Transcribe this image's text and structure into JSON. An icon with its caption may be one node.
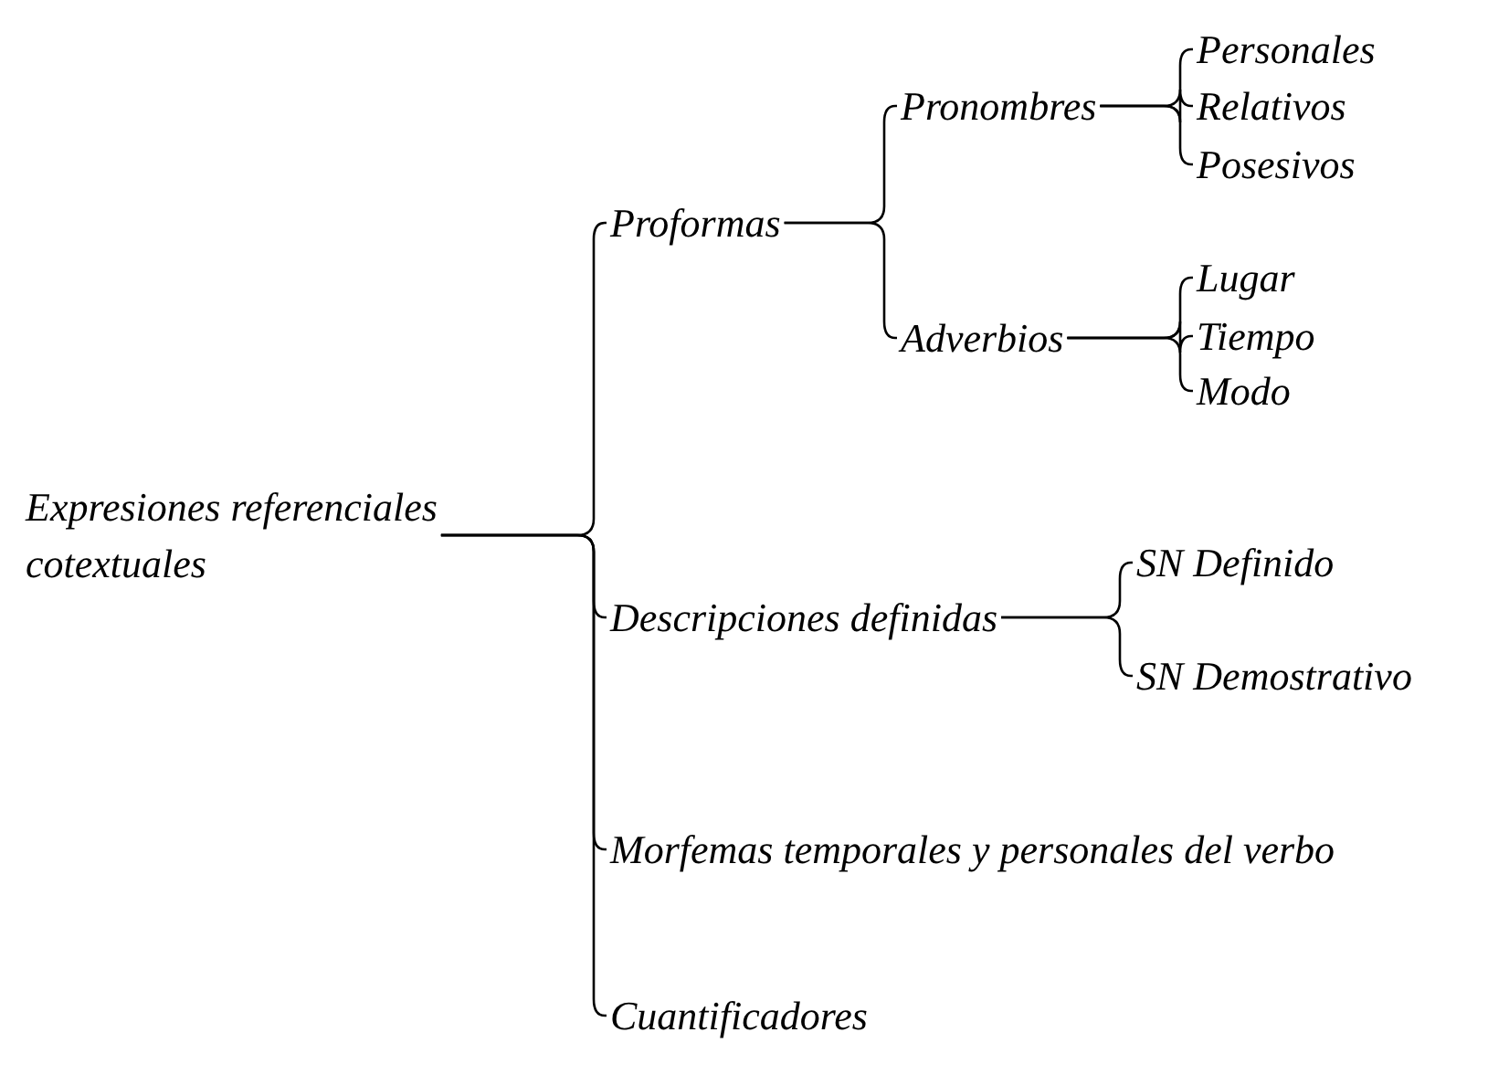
{
  "diagram": {
    "nodes": [
      {
        "text": [
          "Expresiones referenciales cotextuales"
        ]
      },
      {
        "text": [
          "Proformas"
        ]
      },
      {
        "text": [
          "Pronombres"
        ]
      },
      {
        "text": [
          "Personales"
        ]
      },
      {
        "text": [
          "Relativos"
        ]
      },
      {
        "text": [
          "Posesivos"
        ]
      },
      {
        "text": [
          "Adverbios"
        ]
      },
      {
        "text": [
          "Lugar"
        ]
      },
      {
        "text": [
          "Tiempo"
        ]
      },
      {
        "text": [
          "Modo"
        ]
      },
      {
        "text": [
          "Descripciones definidas"
        ]
      },
      {
        "text": [
          "SN Definido"
        ]
      },
      {
        "text": [
          "SN Demostrativo"
        ]
      },
      {
        "text": [
          "Morfemas temporales y personales del verbo"
        ]
      },
      {
        "text": [
          "Cuantificadores"
        ]
      }
    ],
    "edges": [
      {
        "from": 0,
        "to": 1,
        "arrow": "none"
      },
      {
        "from": 0,
        "to": 10,
        "arrow": "none"
      },
      {
        "from": 0,
        "to": 13,
        "arrow": "none"
      },
      {
        "from": 0,
        "to": 14,
        "arrow": "none"
      },
      {
        "from": 1,
        "to": 2,
        "arrow": "none"
      },
      {
        "from": 1,
        "to": 6,
        "arrow": "none"
      },
      {
        "from": 2,
        "to": 3,
        "arrow": "none"
      },
      {
        "from": 2,
        "to": 4,
        "arrow": "none"
      },
      {
        "from": 2,
        "to": 5,
        "arrow": "none"
      },
      {
        "from": 6,
        "to": 7,
        "arrow": "none"
      },
      {
        "from": 6,
        "to": 8,
        "arrow": "none"
      },
      {
        "from": 6,
        "to": 9,
        "arrow": "none"
      },
      {
        "from": 10,
        "to": 11,
        "arrow": "none"
      },
      {
        "from": 10,
        "to": 12,
        "arrow": "none"
      }
    ]
  }
}
